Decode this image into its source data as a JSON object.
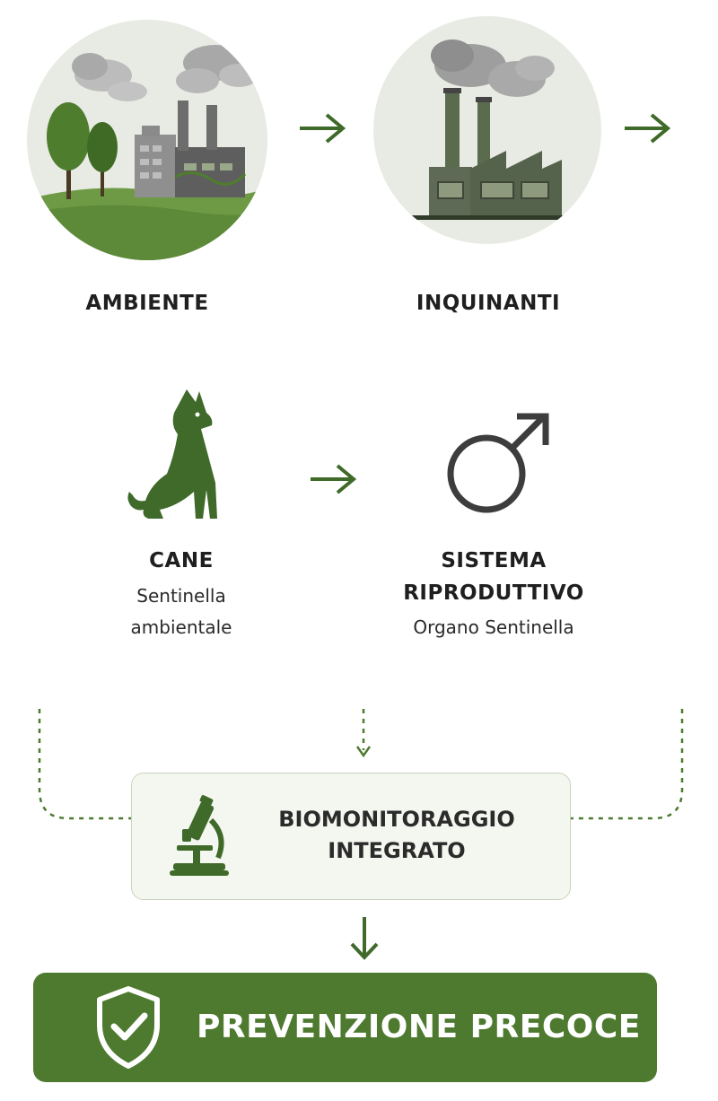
{
  "nodes": {
    "ambiente": {
      "label": "AMBIENTE",
      "icon": "factory-landscape-icon"
    },
    "inquinanti": {
      "label": "INQUINANTI",
      "icon": "factory-smoke-icon"
    },
    "cane": {
      "label": "CANE",
      "sub1": "Sentinella",
      "sub2": "ambientale",
      "icon": "dog-icon"
    },
    "sistema": {
      "label1": "SISTEMA",
      "label2": "RIPRODUTTIVO",
      "sub": "Organo Sentinella",
      "icon": "male-symbol-icon"
    }
  },
  "biomonitoraggio": {
    "line1": "BIOMONITORAGGIO",
    "line2": "INTEGRATO",
    "icon": "microscope-icon"
  },
  "prevenzione": {
    "label": "PREVENZIONE PRECOCE",
    "icon": "shield-check-icon"
  },
  "colors": {
    "accent": "#4d7a2f",
    "dark_green": "#3f6a2a",
    "box_fill": "#f4f7ef",
    "box_border": "#c9d3bf",
    "connector": "#4d7a2f"
  }
}
